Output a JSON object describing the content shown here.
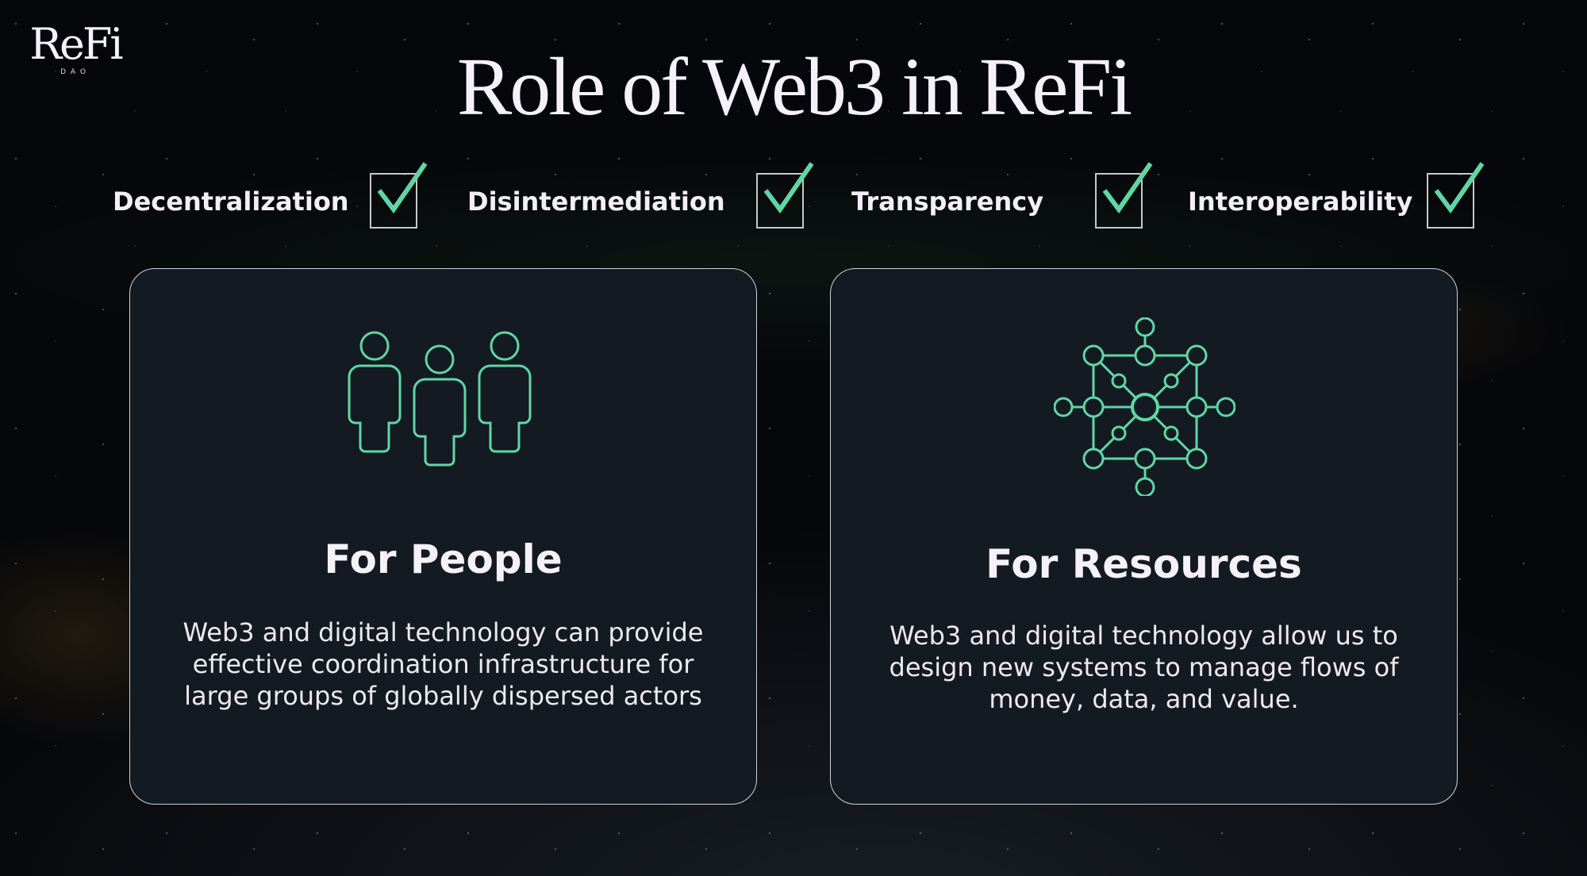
{
  "logo": {
    "main": "ReFi",
    "sub": "DAO"
  },
  "title": "Role of Web3 in ReFi",
  "accent_color": "#5fd6a6",
  "features": [
    {
      "label": "Decentralization",
      "checked": true
    },
    {
      "label": "Disintermediation",
      "checked": true
    },
    {
      "label": "Transparency",
      "checked": true
    },
    {
      "label": "Interoperability",
      "checked": true
    }
  ],
  "cards": [
    {
      "icon": "people-icon",
      "title": "For People",
      "body": "Web3 and digital technology can provide effective coordination infrastructure for large groups of globally dispersed actors"
    },
    {
      "icon": "network-icon",
      "title": "For Resources",
      "body": "Web3 and digital technology allow us to design new systems to manage flows of money, data, and value."
    }
  ]
}
